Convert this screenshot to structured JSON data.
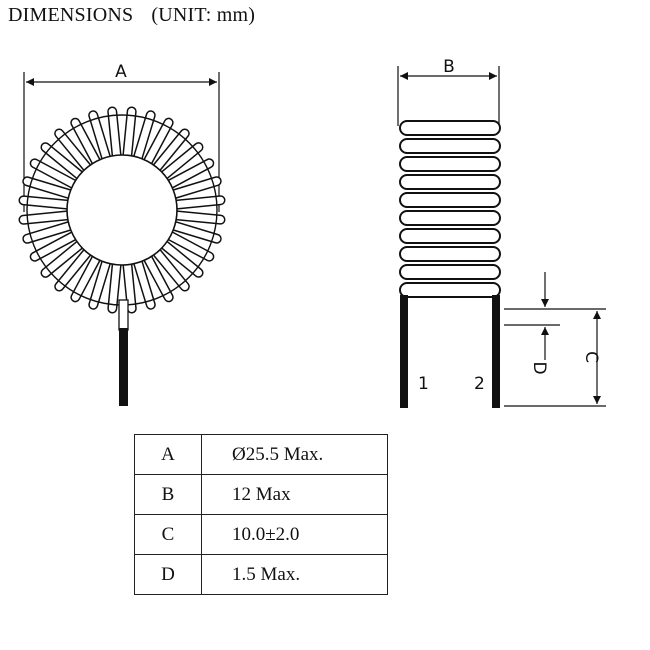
{
  "title": {
    "main": "DIMENSIONS",
    "unit": "(UNIT: mm)"
  },
  "labels": {
    "a": "A",
    "b": "B",
    "c": "C",
    "d": "D",
    "pin1": "1",
    "pin2": "2"
  },
  "table": [
    {
      "key": "A",
      "value": "Ø25.5 Max."
    },
    {
      "key": "B",
      "value": "12 Max"
    },
    {
      "key": "C",
      "value": "10.0±2.0"
    },
    {
      "key": "D",
      "value": "1.5 Max."
    }
  ],
  "colors": {
    "ink": "#111111",
    "background": "#ffffff"
  }
}
